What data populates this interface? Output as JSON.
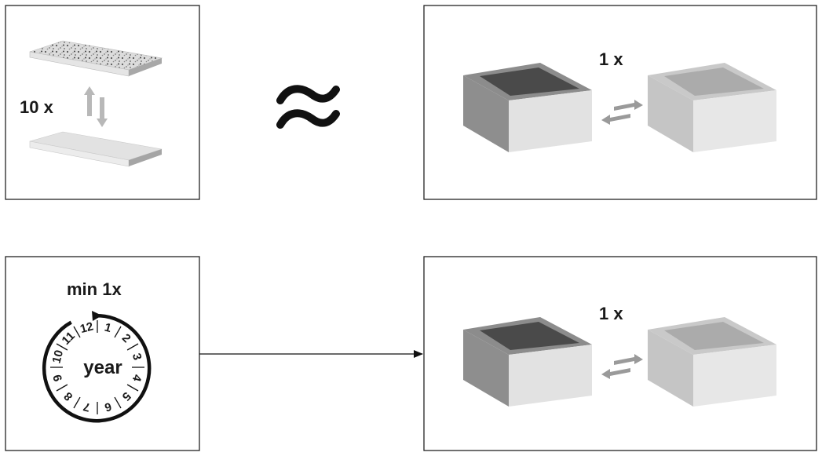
{
  "panels": {
    "top_left": {
      "multiplier_label": "10 x"
    },
    "equivalence": {
      "symbol": "≈"
    },
    "top_right": {
      "multiplier_label": "1 x"
    },
    "bottom_left": {
      "frequency_label": "min 1x",
      "clock_center_label": "year",
      "clock_months": [
        "1",
        "2",
        "3",
        "4",
        "5",
        "6",
        "7",
        "8",
        "9",
        "10",
        "11",
        "12"
      ]
    },
    "bottom_right": {
      "multiplier_label": "1 x"
    }
  },
  "colors": {
    "frame": "#222222",
    "box_dark_top": "#4a4a4a",
    "box_dark_side": "#8c8c8c",
    "box_dark_front": "#e2e2e2",
    "box_light_top": "#a9a9a9",
    "box_light_side": "#c8c8c8",
    "box_light_front": "#e6e6e6",
    "arrow_gray": "#9a9a9a"
  }
}
